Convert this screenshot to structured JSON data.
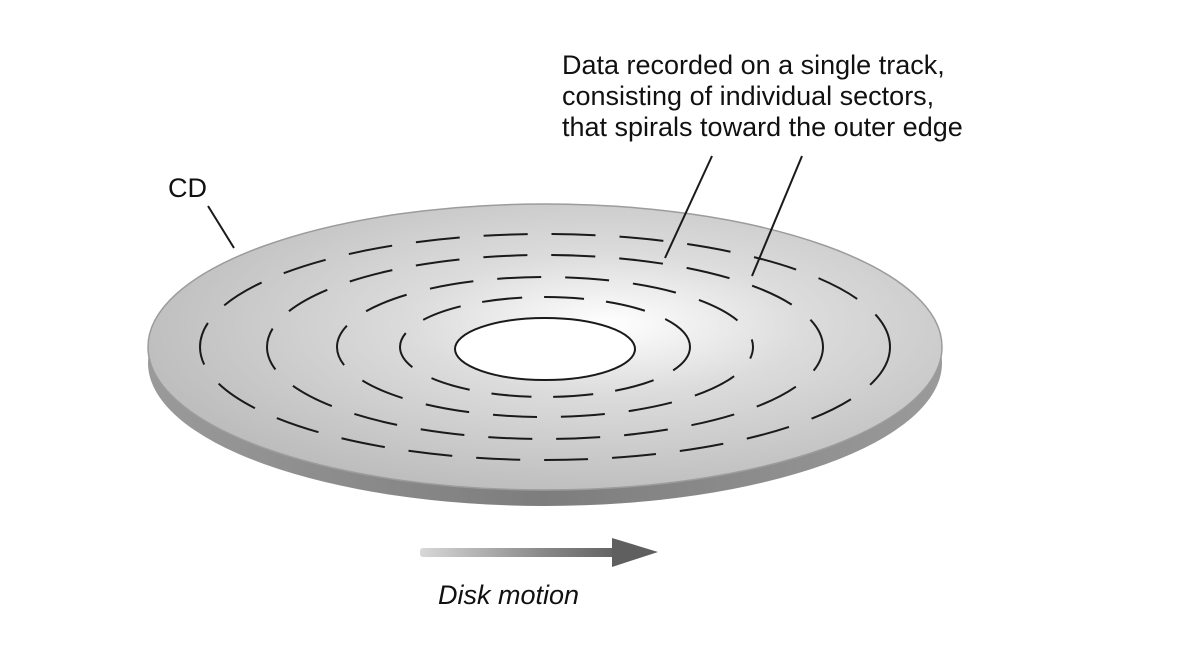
{
  "labels": {
    "disk": "CD",
    "track_callout_lines": [
      "Data recorded on a single track,",
      "consisting of individual sectors,",
      "that spirals toward the outer edge"
    ],
    "motion": "Disk motion"
  },
  "icons": {
    "motion_arrow": "arrow-right-icon"
  },
  "colors": {
    "background": "#ffffff",
    "disk_surface": "#c3c3c3",
    "disk_edge": "#8a8a8a",
    "track_marks": "#1a1a1a",
    "hole": "#ffffff",
    "arrow": "#6c6c6c",
    "text": "#111111"
  }
}
